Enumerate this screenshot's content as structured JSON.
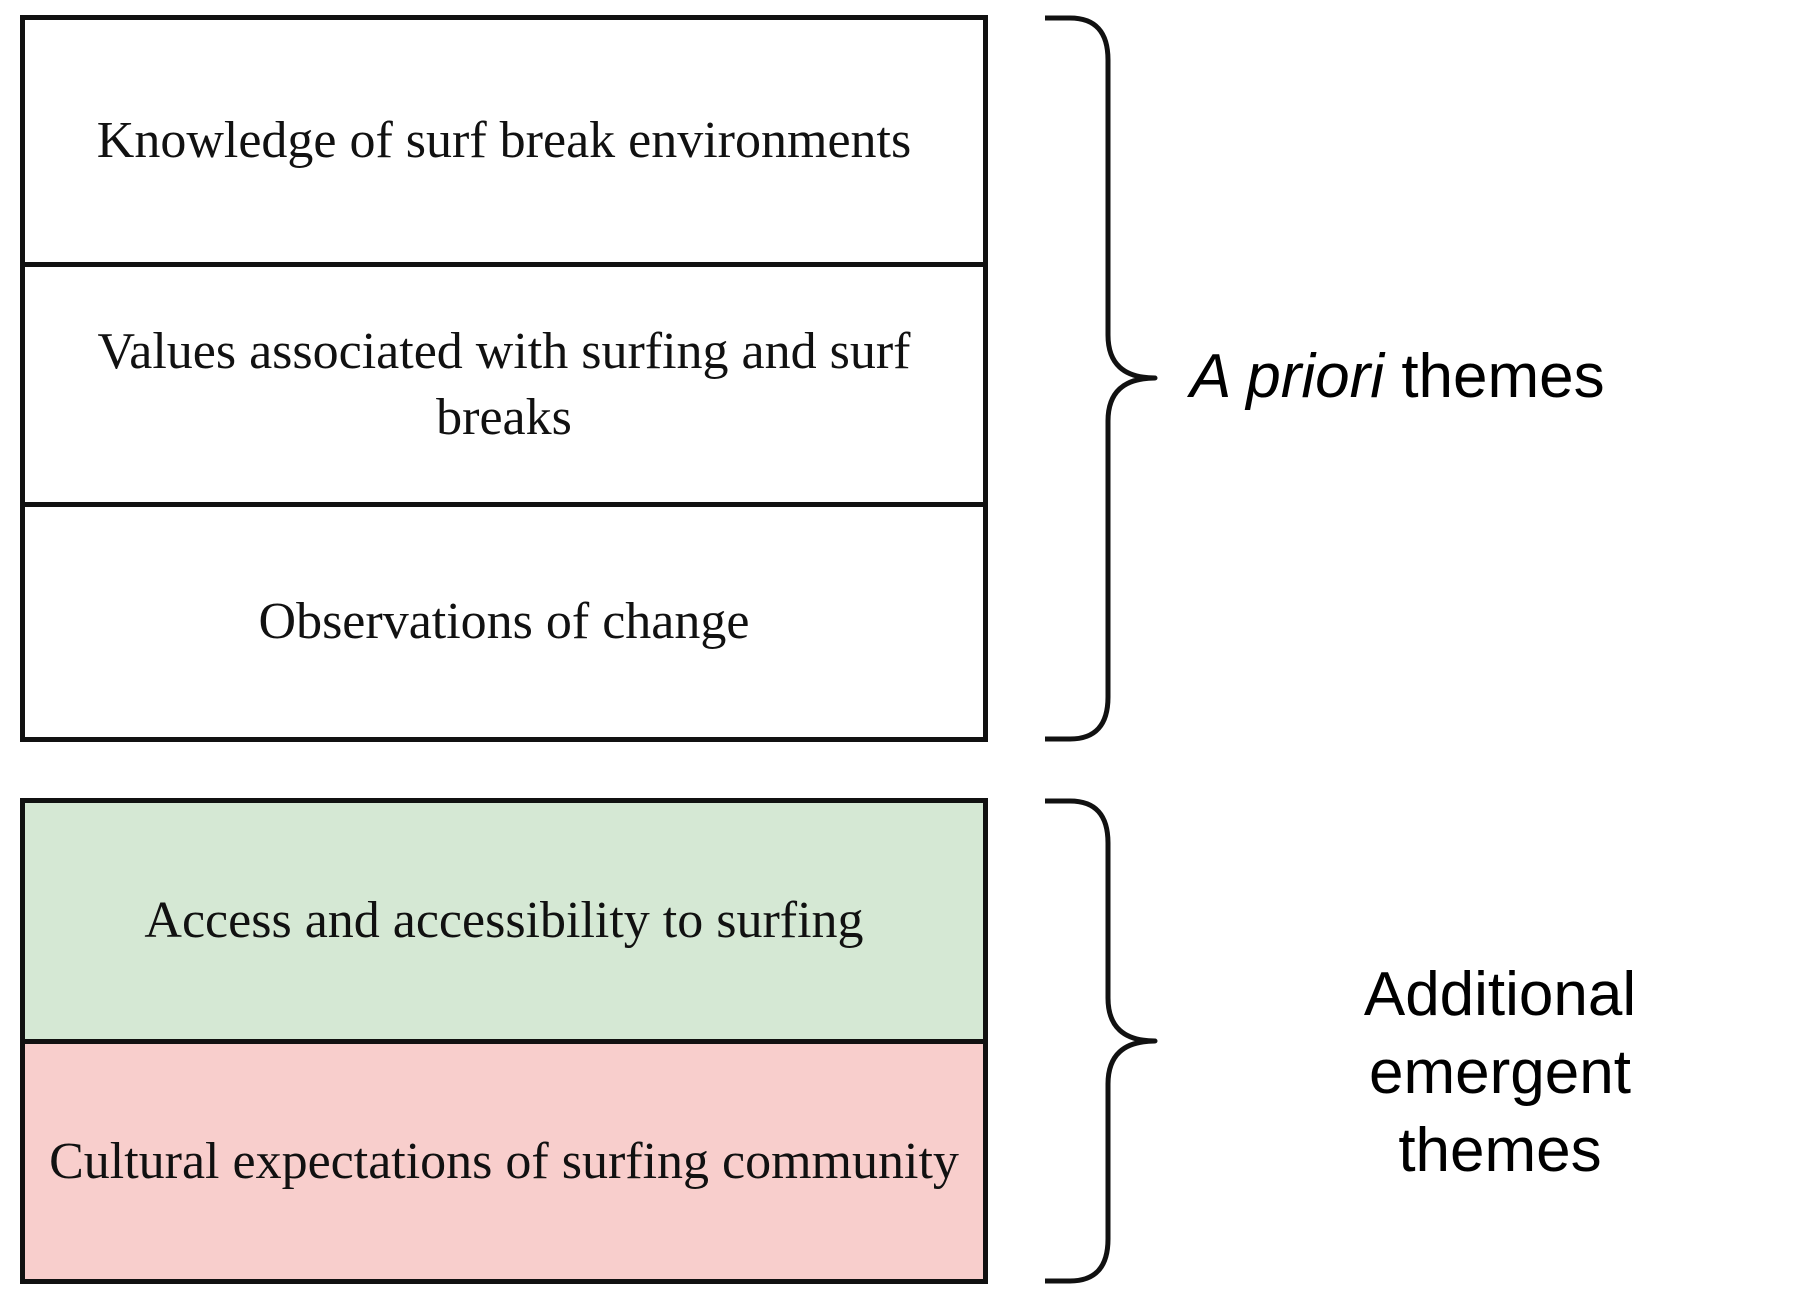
{
  "groups": {
    "a_priori": {
      "label_italic": "A priori",
      "label_rest": " themes",
      "themes": [
        {
          "text": "Knowledge of surf break environments",
          "fill": "#ffffff"
        },
        {
          "text": "Values associated with surfing and surf breaks",
          "fill": "#ffffff"
        },
        {
          "text": "Observations of change",
          "fill": "#ffffff"
        }
      ]
    },
    "emergent": {
      "label": "Additional emergent themes",
      "themes": [
        {
          "text": "Access and accessibility to surfing",
          "fill": "#d5e8d4"
        },
        {
          "text": "Cultural expectations of surfing community",
          "fill": "#f8cecc"
        }
      ]
    }
  },
  "colors": {
    "stroke": "#111111",
    "green_fill": "#d5e8d4",
    "red_fill": "#f8cecc"
  }
}
